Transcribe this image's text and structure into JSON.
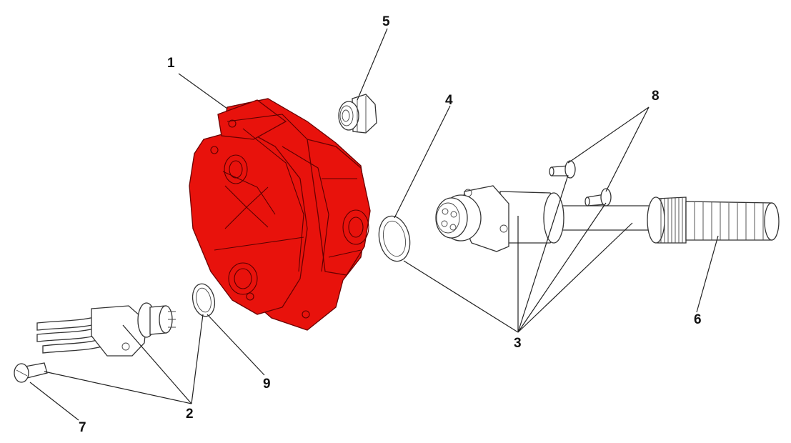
{
  "diagram": {
    "type": "exploded-parts-view",
    "highlight_color": "#e8120c",
    "callouts": [
      {
        "id": "1",
        "label": "1",
        "highlighted": true
      },
      {
        "id": "2",
        "label": "2"
      },
      {
        "id": "3",
        "label": "3"
      },
      {
        "id": "4",
        "label": "4"
      },
      {
        "id": "5",
        "label": "5"
      },
      {
        "id": "6",
        "label": "6"
      },
      {
        "id": "7",
        "label": "7"
      },
      {
        "id": "8",
        "label": "8"
      },
      {
        "id": "9",
        "label": "9"
      }
    ]
  }
}
